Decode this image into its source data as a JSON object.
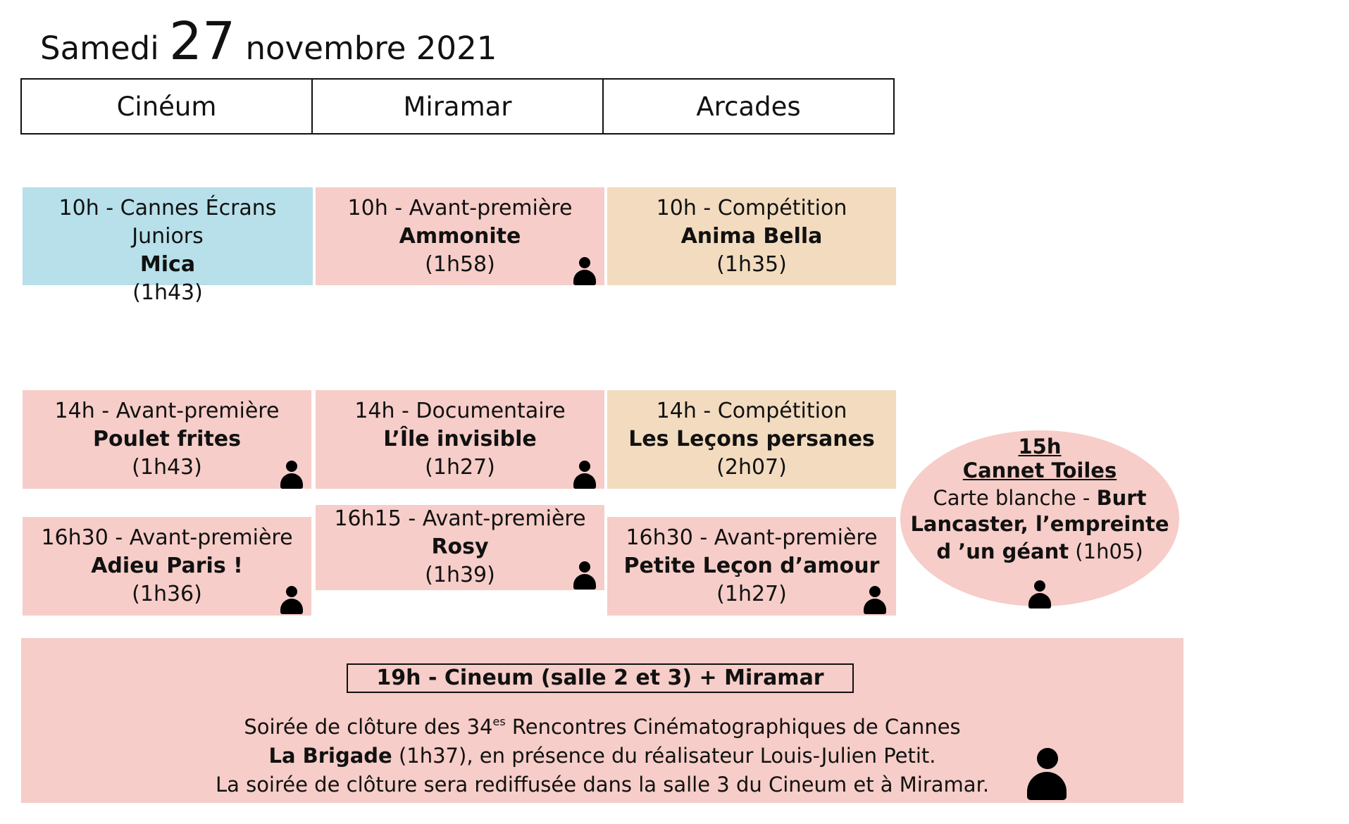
{
  "title": {
    "weekday": "Samedi",
    "day": "27",
    "month_year": "novembre 2021"
  },
  "headers": [
    "Cinéum",
    "Miramar",
    "Arcades"
  ],
  "cards": [
    {
      "line1": "10h - Cannes Écrans Juniors",
      "film": "Mica",
      "duration": "(1h43)",
      "color": "#b7e0ea",
      "person_icon": false
    },
    {
      "line1": "10h - Avant-première",
      "film": "Ammonite",
      "duration": "(1h58)",
      "color": "#f6cdc8",
      "person_icon": true
    },
    {
      "line1": "10h - Compétition",
      "film": "Anima Bella",
      "duration": "(1h35)",
      "color": "#f2dbbf",
      "person_icon": false
    },
    {
      "line1": "14h - Avant-première",
      "film": "Poulet frites",
      "duration": "(1h43)",
      "color": "#f6cdc8",
      "person_icon": true
    },
    {
      "line1": "14h - Documentaire",
      "film": "L’Île invisible",
      "duration": "(1h27)",
      "color": "#f6cdc8",
      "person_icon": true
    },
    {
      "line1": "14h - Compétition",
      "film": "Les Leçons persanes",
      "duration": "(2h07)",
      "color": "#f2dbbf",
      "person_icon": false
    },
    {
      "line1": "16h30 - Avant-première",
      "film": "Adieu Paris !",
      "duration": "(1h36)",
      "color": "#f6cdc8",
      "person_icon": true
    },
    {
      "line1": "16h15 - Avant-première",
      "film": "Rosy",
      "duration": "(1h39)",
      "color": "#f6cdc8",
      "person_icon": true
    },
    {
      "line1": "16h30 - Avant-première",
      "film": "Petite Leçon d’amour",
      "duration": "(1h27)",
      "color": "#f6cdc8",
      "person_icon": true
    }
  ],
  "special": {
    "time": "15h",
    "venue": "Cannet Toiles",
    "prefix": "Carte blanche - ",
    "film_a": "Burt",
    "film_b": "Lancaster, l’empreinte",
    "film_c": "d ’un géant",
    "duration": " (1h05)",
    "color": "#f6cdc8"
  },
  "closing": {
    "heading": "19h - Cineum (salle 2 et 3) + Miramar",
    "line1_a": "Soirée de clôture des 34",
    "line1_sup": "es",
    "line1_b": " Rencontres Cinématographiques de Cannes",
    "film": "La Brigade",
    "line2_rest": " (1h37), en présence du réalisateur Louis-Julien Petit.",
    "line3": "La soirée de clôture sera rediffusée dans la salle 3 du Cineum et à Miramar.",
    "color": "#f6cdc8"
  }
}
